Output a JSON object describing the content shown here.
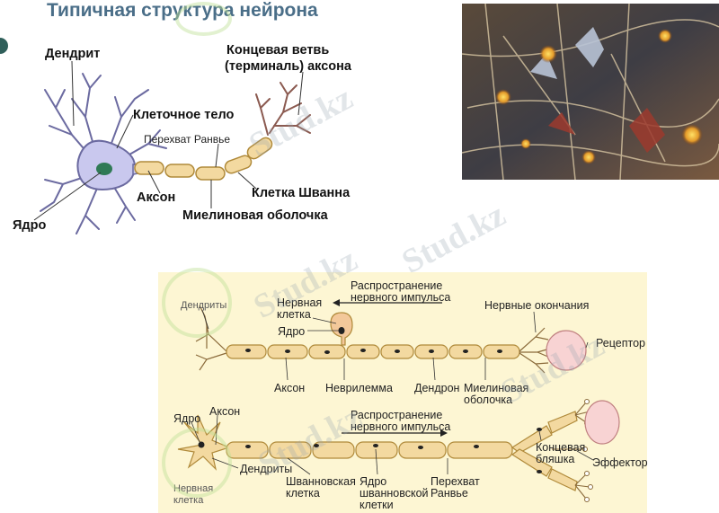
{
  "top": {
    "title": "Типичная структура нейрона",
    "labels": {
      "dendrite": "Дендрит",
      "terminal_line1": "Концевая ветвь",
      "terminal_line2": "(терминаль) аксона",
      "cell_body": "Клеточное тело",
      "ranvier": "Перехват  Ранвье",
      "axon": "Аксон",
      "schwann": "Клетка Шванна",
      "nucleus": "Ядро",
      "myelin": "Миелиновая оболочка"
    }
  },
  "bottom": {
    "upper": {
      "spread_line1": "Распространение",
      "spread_line2": "нервного импульса",
      "nerve_cell_line1": "Нервная",
      "nerve_cell_line2": "клетка",
      "nucleus": "Ядро",
      "dendrites": "Дендриты",
      "endings": "Нервные окончания",
      "receptor": "Рецептор",
      "axon": "Аксон",
      "neurilemma": "Неврилемма",
      "dendron": "Дендрон",
      "myelin_line1": "Миелиновая",
      "myelin_line2": "оболочка"
    },
    "lower": {
      "nucleus": "Ядро",
      "axon": "Аксон",
      "spread_line1": "Распространение",
      "spread_line2": "нервного импульса",
      "dendrites": "Дендриты",
      "nerve_cell_line1": "Нервная",
      "nerve_cell_line2": "клетка",
      "schwann_line1": "Шванновская",
      "schwann_line2": "клетка",
      "schwann_nucleus_line1": "Ядро",
      "schwann_nucleus_line2": "шванновской",
      "schwann_nucleus_line3": "клетки",
      "ranvier_line1": "Перехват",
      "ranvier_line2": "Ранвье",
      "end_plate_line1": "Концевая",
      "end_plate_line2": "бляшка",
      "effector": "Эффектор"
    }
  },
  "watermark_text": "Stud.kz",
  "colors": {
    "title": "#4a6e88",
    "neuron_body": "#c9c8ee",
    "myelin": "#f3d9a0",
    "panel_bg": "#fdf6d3",
    "receptor": "#f8d3d3"
  }
}
